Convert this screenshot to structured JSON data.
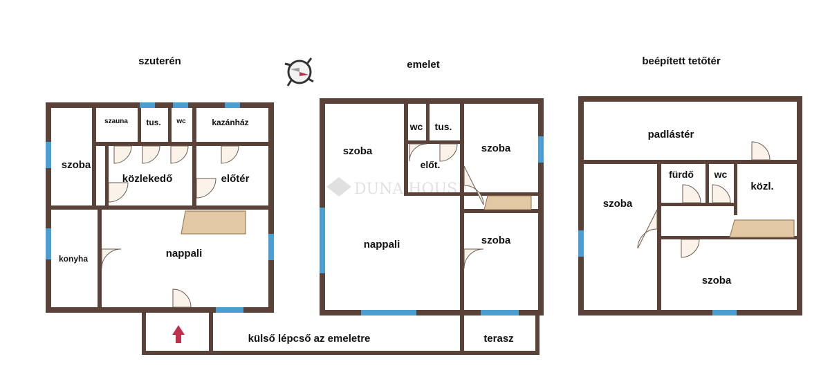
{
  "floors": [
    {
      "title": "szuterén",
      "rooms": [
        "szauna",
        "tus.",
        "wc",
        "kazánház",
        "szoba",
        "közlekedő",
        "előtér",
        "konyha",
        "nappali"
      ]
    },
    {
      "title": "emelet",
      "rooms": [
        "szoba",
        "wc",
        "tus.",
        "szoba",
        "előt.",
        "nappali",
        "szoba"
      ]
    },
    {
      "title": "beépített tetőtér",
      "rooms": [
        "padlástér",
        "fürdő",
        "wc",
        "közl.",
        "szoba",
        "szoba"
      ]
    }
  ],
  "outside": {
    "stairs": "külső lépcső az emeletre",
    "terrace": "terasz"
  },
  "watermark": "DUNA HOUSE",
  "colors": {
    "wall": "#5a4238",
    "window": "#4a9fd0",
    "arrow": "#c0304a"
  }
}
